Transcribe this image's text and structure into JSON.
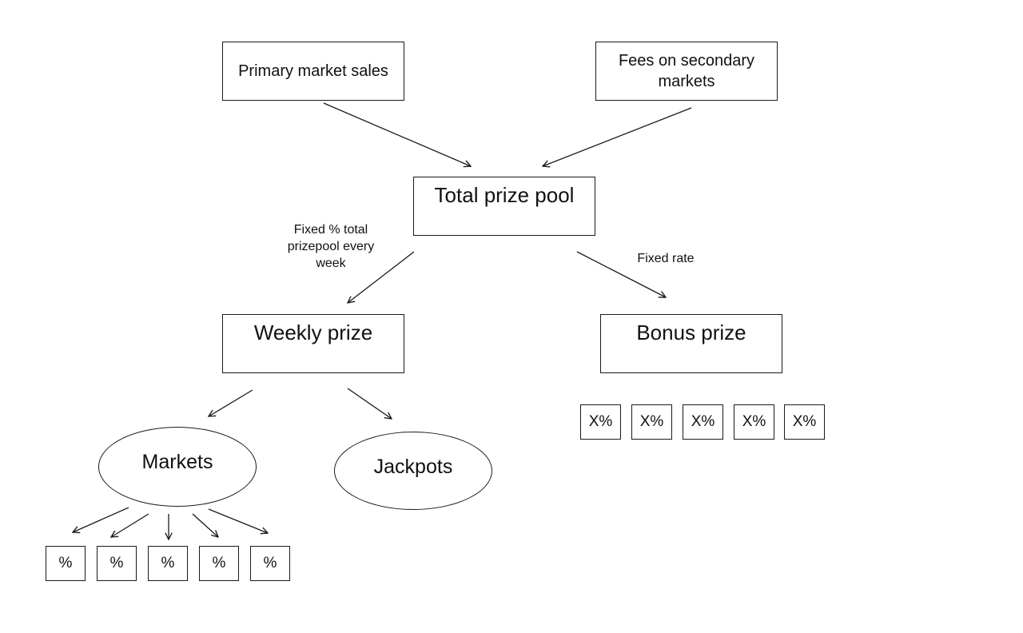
{
  "nodes": {
    "primary_market_sales": "Primary market sales",
    "fees_secondary": "Fees on secondary markets",
    "total_prize_pool": "Total prize pool",
    "weekly_prize": "Weekly prize",
    "bonus_prize": "Bonus prize",
    "markets": "Markets",
    "jackpots": "Jackpots"
  },
  "edge_labels": {
    "fixed_percent": "Fixed % total prizepool every week",
    "fixed_rate": "Fixed rate"
  },
  "market_shares": [
    "%",
    "%",
    "%",
    "%",
    "%"
  ],
  "bonus_shares": [
    "X%",
    "X%",
    "X%",
    "X%",
    "X%"
  ],
  "colors": {
    "stroke": "#1a1a1a",
    "background": "#ffffff"
  }
}
